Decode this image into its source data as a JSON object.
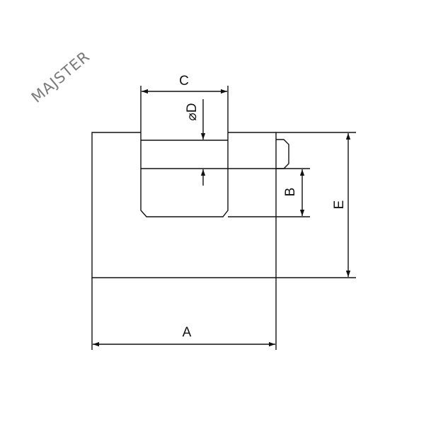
{
  "logo": {
    "text": "MAJSTER"
  },
  "dimensions": {
    "A": "A",
    "B": "B",
    "C": "C",
    "D": "⌀D",
    "E": "E"
  },
  "colors": {
    "line": "#111111",
    "logo": "#7a7a7a",
    "background": "#ffffff"
  }
}
